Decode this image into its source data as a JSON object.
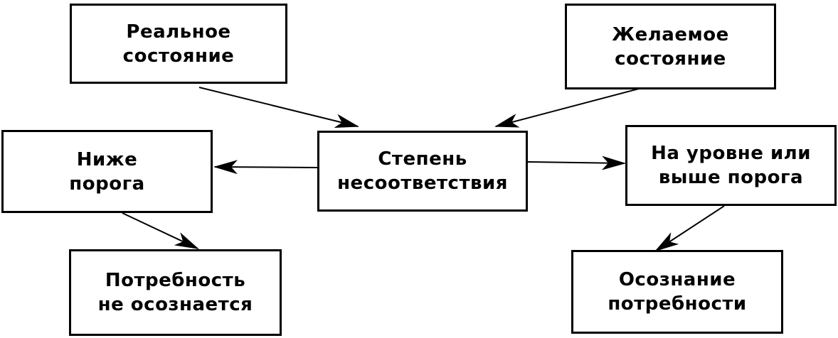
{
  "diagram": {
    "nodes": {
      "real_state": "Реальное\nсостояние",
      "desired_state": "Желаемое\nсостояние",
      "discrepancy": "Степень\nнесоответствия",
      "below_threshold": "Ниже\nпорога",
      "at_or_above_threshold": "На уровне или\nвыше порога",
      "need_not_recognized": "Потребность\nне осознается",
      "need_recognition": "Осознание\nпотребности"
    },
    "line_color": "#000000"
  }
}
